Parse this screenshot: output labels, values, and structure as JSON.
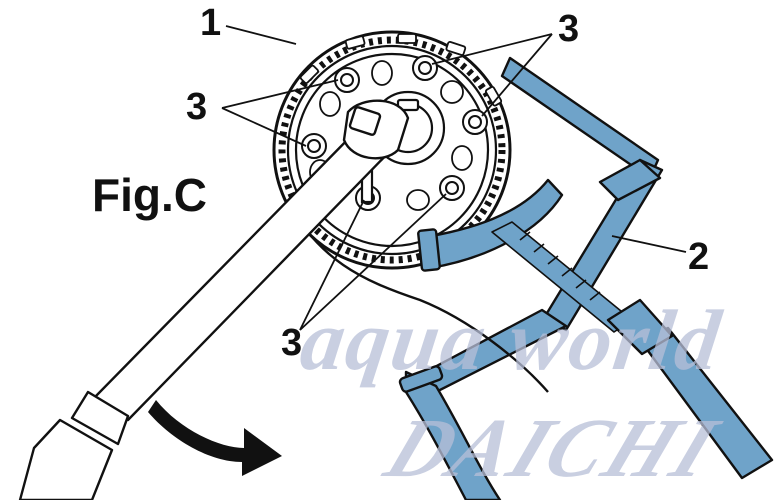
{
  "figure": {
    "title": "Fig.C",
    "callouts": {
      "one": "1",
      "two": "2",
      "three_upper_right": "3",
      "three_left": "3",
      "three_lower": "3"
    }
  },
  "watermark": {
    "line1": "aqua world",
    "line2": "DAICHI"
  },
  "colors": {
    "tool_blue": "#6fa3c9",
    "outline": "#111111",
    "watermark": "#b7bfd8"
  },
  "icons": [
    "rotation-arrow-icon"
  ]
}
